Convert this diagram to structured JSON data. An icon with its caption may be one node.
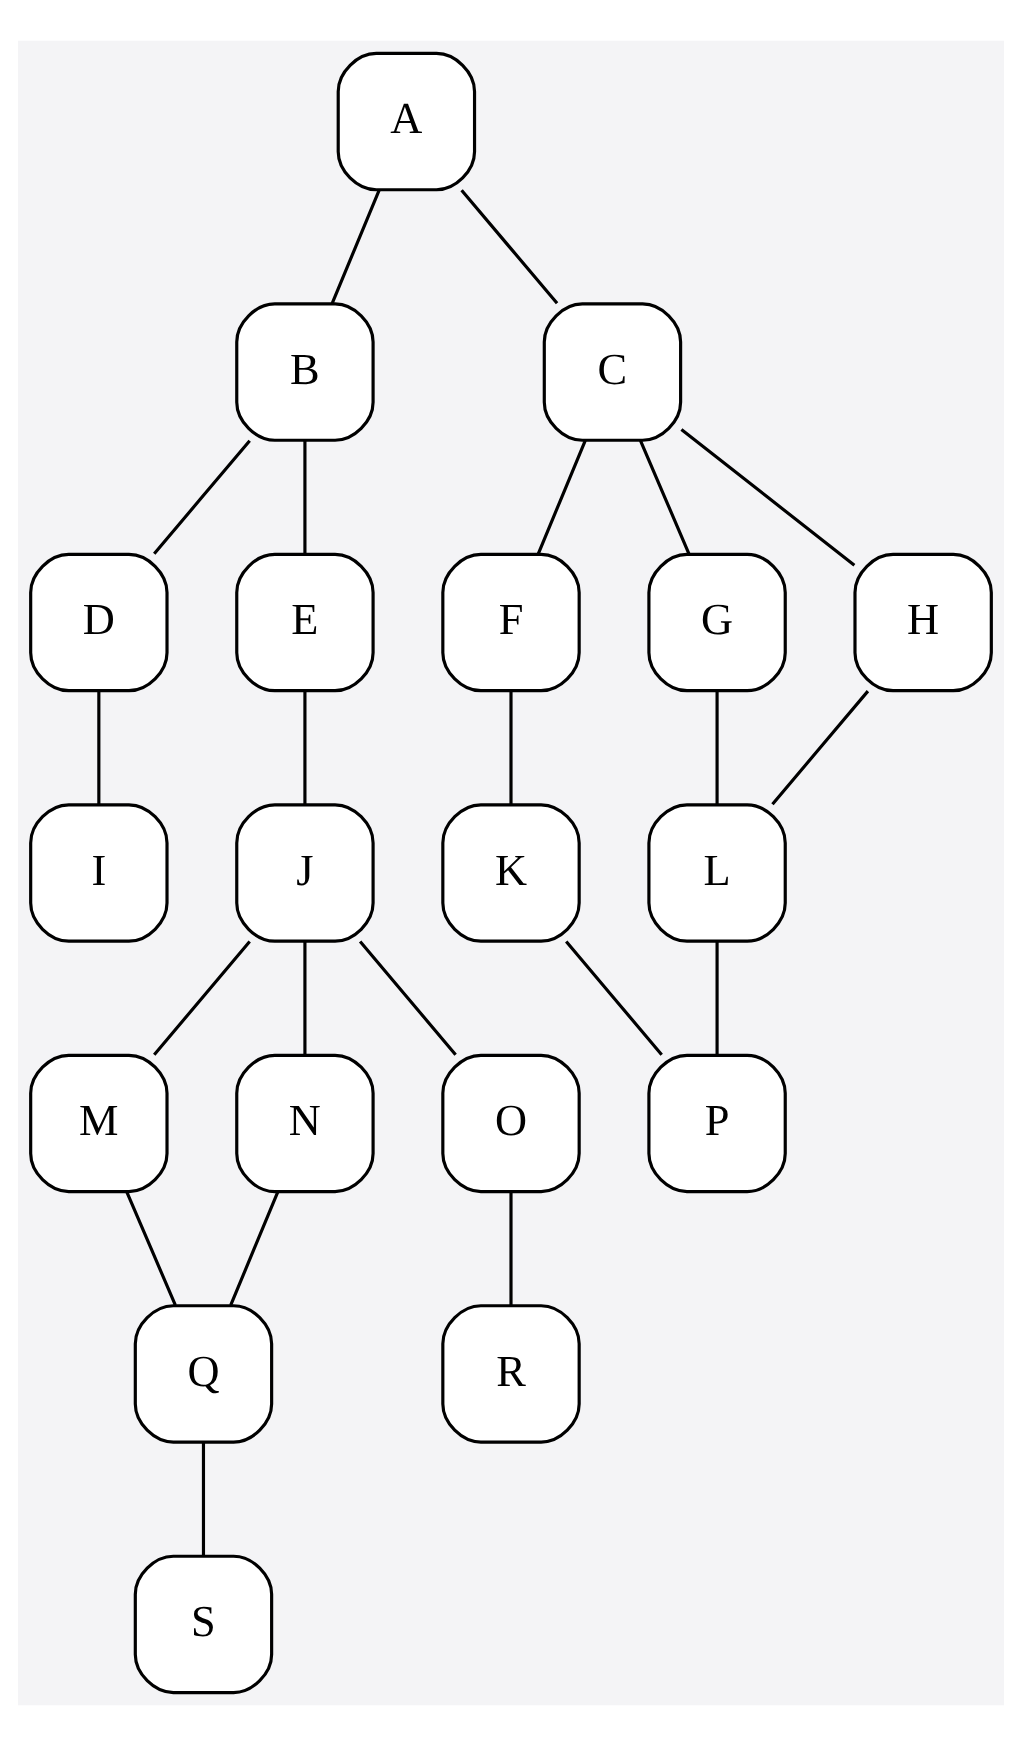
{
  "diagram": {
    "nodes": [
      {
        "text": [
          "A"
        ]
      },
      {
        "text": [
          "B"
        ]
      },
      {
        "text": [
          "C"
        ]
      },
      {
        "text": [
          "D"
        ]
      },
      {
        "text": [
          "E"
        ]
      },
      {
        "text": [
          "F"
        ]
      },
      {
        "text": [
          "G"
        ]
      },
      {
        "text": [
          "H"
        ]
      },
      {
        "text": [
          "I"
        ]
      },
      {
        "text": [
          "J"
        ]
      },
      {
        "text": [
          "K"
        ]
      },
      {
        "text": [
          "L"
        ]
      },
      {
        "text": [
          "M"
        ]
      },
      {
        "text": [
          "N"
        ]
      },
      {
        "text": [
          "O"
        ]
      },
      {
        "text": [
          "P"
        ]
      },
      {
        "text": [
          "Q"
        ]
      },
      {
        "text": [
          "R"
        ]
      },
      {
        "text": [
          "S"
        ]
      }
    ],
    "edges": [
      {
        "from": 0,
        "to": 1,
        "arrow": "none"
      },
      {
        "from": 0,
        "to": 2,
        "arrow": "none"
      },
      {
        "from": 1,
        "to": 3,
        "arrow": "none"
      },
      {
        "from": 1,
        "to": 4,
        "arrow": "none"
      },
      {
        "from": 2,
        "to": 5,
        "arrow": "none"
      },
      {
        "from": 2,
        "to": 6,
        "arrow": "none"
      },
      {
        "from": 2,
        "to": 7,
        "arrow": "none"
      },
      {
        "from": 3,
        "to": 8,
        "arrow": "none"
      },
      {
        "from": 4,
        "to": 9,
        "arrow": "none"
      },
      {
        "from": 5,
        "to": 10,
        "arrow": "none"
      },
      {
        "from": 6,
        "to": 11,
        "arrow": "none"
      },
      {
        "from": 7,
        "to": 11,
        "arrow": "none"
      },
      {
        "from": 9,
        "to": 12,
        "arrow": "none"
      },
      {
        "from": 9,
        "to": 13,
        "arrow": "none"
      },
      {
        "from": 9,
        "to": 14,
        "arrow": "none"
      },
      {
        "from": 10,
        "to": 15,
        "arrow": "none"
      },
      {
        "from": 11,
        "to": 15,
        "arrow": "none"
      },
      {
        "from": 12,
        "to": 16,
        "arrow": "none"
      },
      {
        "from": 13,
        "to": 16,
        "arrow": "none"
      },
      {
        "from": 14,
        "to": 17,
        "arrow": "none"
      },
      {
        "from": 16,
        "to": 18,
        "arrow": "none"
      }
    ]
  }
}
